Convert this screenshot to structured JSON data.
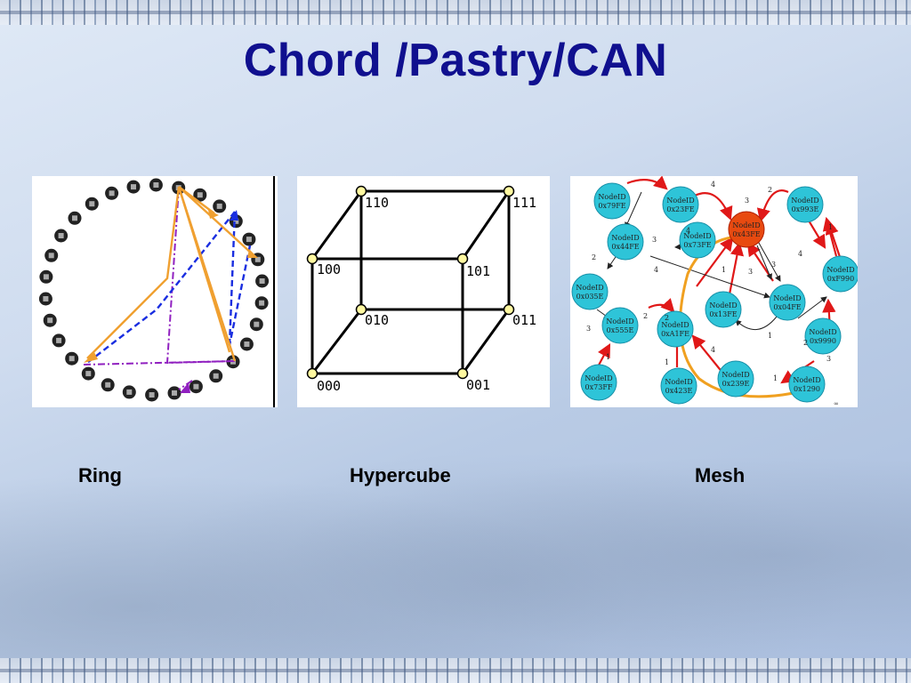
{
  "slide": {
    "title": "Chord /Pastry/CAN"
  },
  "captions": {
    "ring": "Ring",
    "hypercube": "Hypercube",
    "mesh": "Mesh"
  },
  "hypercube": {
    "vertices": [
      "110",
      "111",
      "100",
      "101",
      "010",
      "011",
      "000",
      "001"
    ]
  },
  "mesh": {
    "node_prefix": "NodeID",
    "nodes": [
      "0x79FE",
      "0x23FE",
      "0x43FE",
      "0x993E",
      "0x44FE",
      "0x73FE",
      "0xF990",
      "0x035E",
      "0x13FE",
      "0x04FE",
      "0x555E",
      "0xA1FE",
      "0x9990",
      "0x73FF",
      "0x423E",
      "0x239E",
      "0x1290"
    ],
    "edge_labels": [
      "4",
      "2",
      "1",
      "3",
      "2",
      "4",
      "4",
      "1",
      "4",
      "3",
      "3",
      "3",
      "2",
      "1",
      "1",
      "4",
      "3",
      "1",
      "2",
      "2",
      "1",
      "3"
    ]
  },
  "colors": {
    "title": "#10108f",
    "ring_orange": "#f0a030",
    "ring_blue": "#1a2ee0",
    "ring_purple": "#9020c0",
    "mesh_node": "#2ec4d8",
    "mesh_highlight": "#e84a10",
    "mesh_red_edge": "#e01818",
    "mesh_orange_path": "#f0a020"
  }
}
